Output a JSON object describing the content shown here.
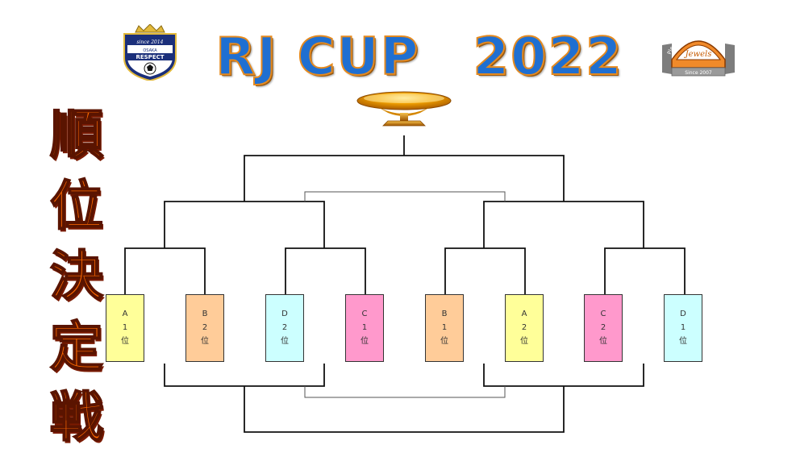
{
  "title": "RJ CUP　2022",
  "vertical_title": [
    "順",
    "位",
    "決",
    "定",
    "戦"
  ],
  "logos": {
    "left": {
      "top_text": "since 2014",
      "city": "OSAKA",
      "name": "RESPECT"
    },
    "right": {
      "arc_text": "Pleasure & Excellent",
      "name": "Jewels",
      "since": "Since 2007"
    }
  },
  "slots": [
    {
      "group": "A",
      "rank": "1",
      "suffix": "位",
      "color": "#ffff99"
    },
    {
      "group": "B",
      "rank": "2",
      "suffix": "位",
      "color": "#ffcc99"
    },
    {
      "group": "D",
      "rank": "2",
      "suffix": "位",
      "color": "#ccffff"
    },
    {
      "group": "C",
      "rank": "1",
      "suffix": "位",
      "color": "#ff99cc"
    },
    {
      "group": "B",
      "rank": "1",
      "suffix": "位",
      "color": "#ffcc99"
    },
    {
      "group": "A",
      "rank": "2",
      "suffix": "位",
      "color": "#ffff99"
    },
    {
      "group": "C",
      "rank": "2",
      "suffix": "位",
      "color": "#ff99cc"
    },
    {
      "group": "D",
      "rank": "1",
      "suffix": "位",
      "color": "#ccffff"
    }
  ]
}
